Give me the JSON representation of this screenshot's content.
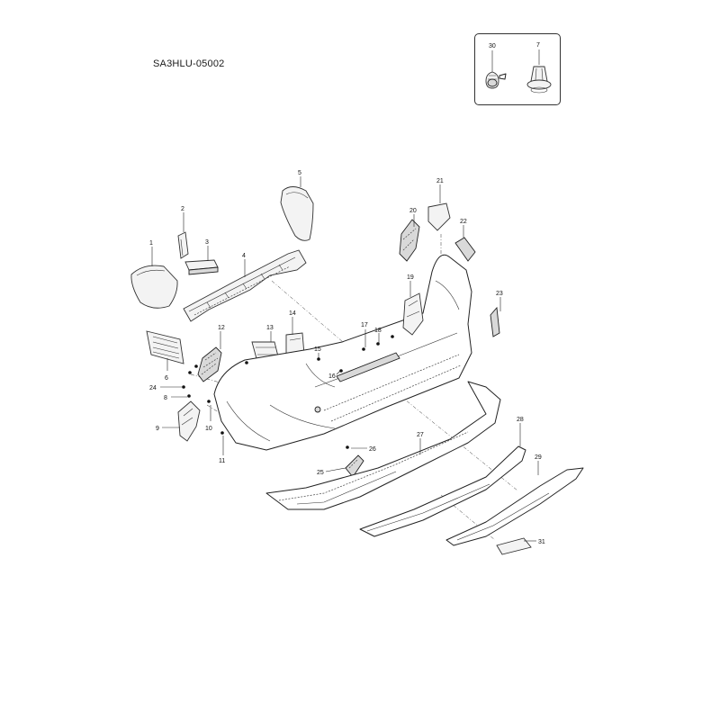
{
  "diagram": {
    "code": "SA3HLU-05002",
    "inset_labels": [
      "30",
      "7"
    ],
    "labels": [
      "1",
      "2",
      "3",
      "4",
      "5",
      "6",
      "8",
      "9",
      "10",
      "11",
      "12",
      "13",
      "14",
      "15",
      "16",
      "17",
      "18",
      "19",
      "20",
      "21",
      "22",
      "23",
      "24",
      "25",
      "26",
      "27",
      "28",
      "29",
      "31"
    ]
  }
}
